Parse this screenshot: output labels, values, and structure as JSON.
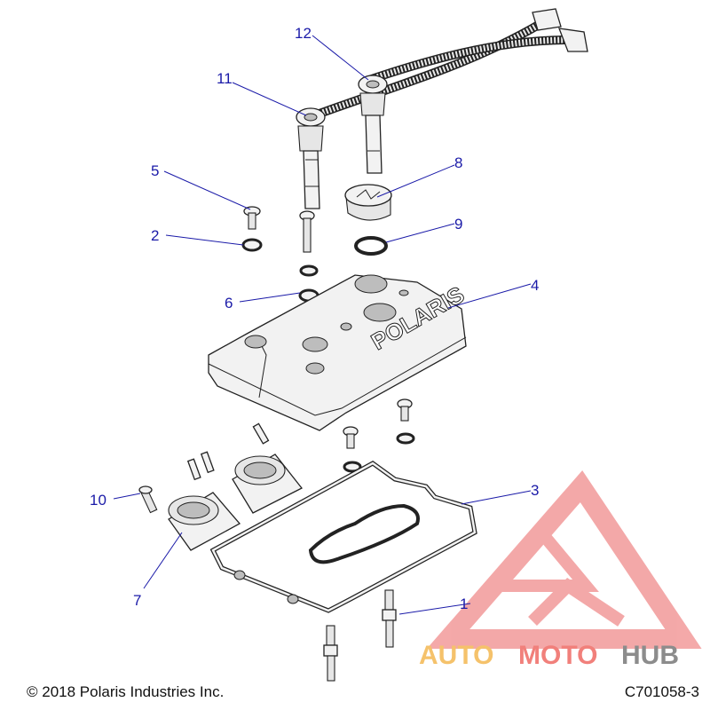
{
  "callouts": [
    {
      "id": "1",
      "label": "1"
    },
    {
      "id": "2",
      "label": "2"
    },
    {
      "id": "3",
      "label": "3"
    },
    {
      "id": "4",
      "label": "4"
    },
    {
      "id": "5",
      "label": "5"
    },
    {
      "id": "6",
      "label": "6"
    },
    {
      "id": "7",
      "label": "7"
    },
    {
      "id": "8",
      "label": "8"
    },
    {
      "id": "9",
      "label": "9"
    },
    {
      "id": "10",
      "label": "10"
    },
    {
      "id": "11",
      "label": "11"
    },
    {
      "id": "12",
      "label": "12"
    }
  ],
  "cover_logo_text": "POLARIS",
  "watermark": {
    "part1": "AUTO",
    "part2": "MOTO",
    "part3": "HUB",
    "colors": {
      "auto": "#f5c26b",
      "moto": "#f1807b",
      "hub": "#8c8c8c",
      "triangle": "#f08c8c"
    }
  },
  "footer": {
    "copyright": "© 2018 Polaris Industries Inc.",
    "drawing_code": "C701058-3"
  },
  "colors": {
    "callout": "#1a1aa8",
    "ink": "#222222"
  }
}
